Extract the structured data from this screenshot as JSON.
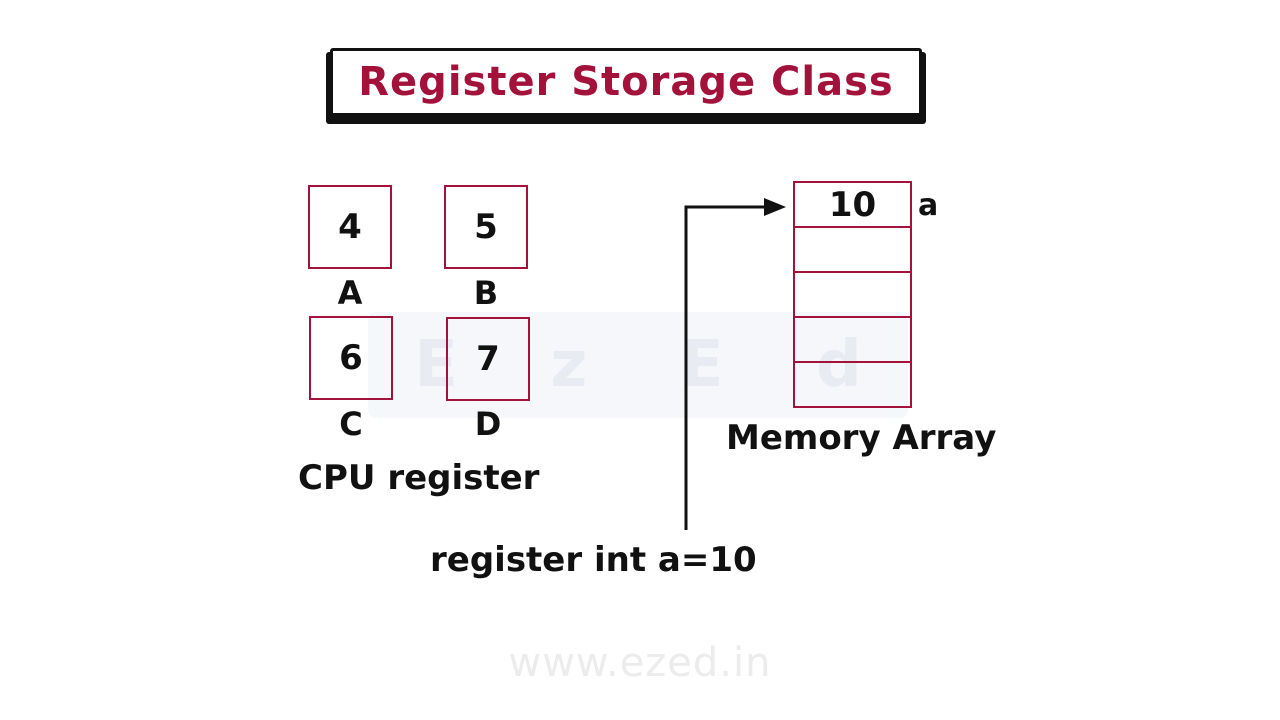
{
  "title": "Register Storage Class",
  "watermark": {
    "letters": [
      "E",
      "z",
      "E",
      "d"
    ]
  },
  "registers": [
    {
      "value": "4",
      "label": "A"
    },
    {
      "value": "5",
      "label": "B"
    },
    {
      "value": "6",
      "label": "C"
    },
    {
      "value": "7",
      "label": "D"
    }
  ],
  "cpu_caption": "CPU register",
  "memory": {
    "cells": [
      "10",
      "",
      "",
      "",
      ""
    ],
    "variable_label": "a",
    "caption": "Memory Array"
  },
  "code_text": "register int a=10",
  "footer_url": "www.ezed.in",
  "colors": {
    "accent": "#a3123a",
    "ink": "#111111"
  }
}
